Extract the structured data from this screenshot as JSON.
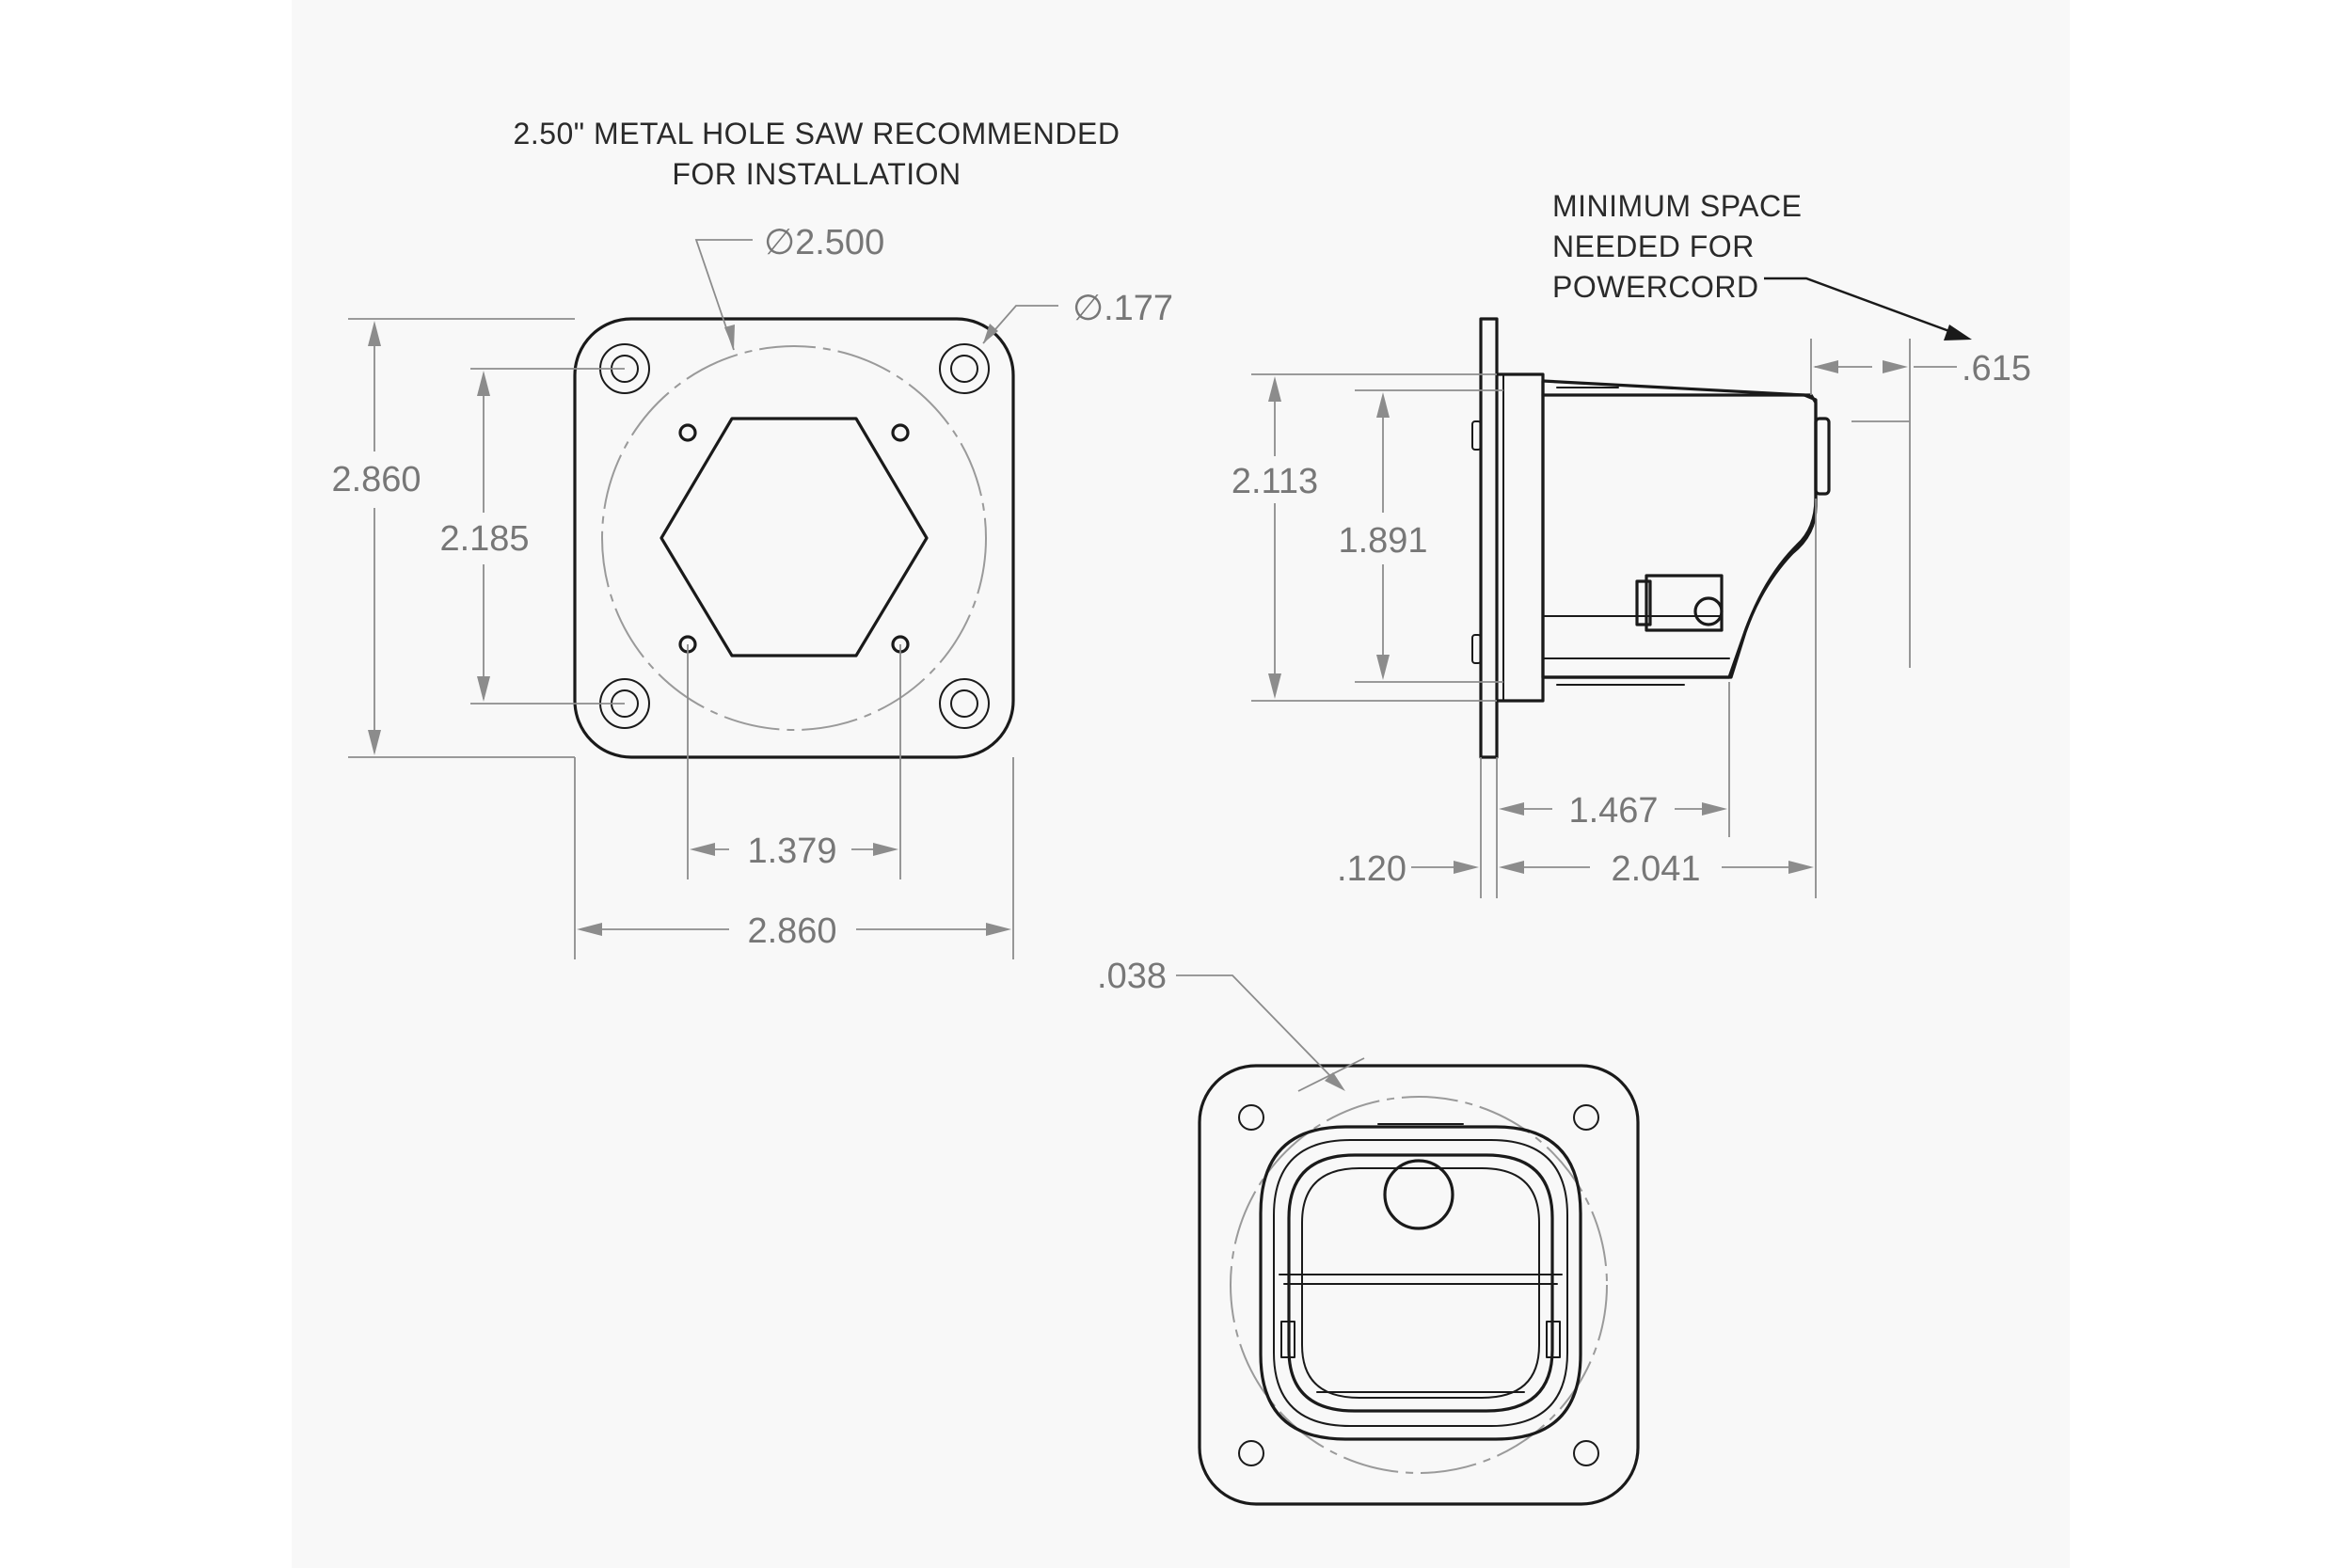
{
  "notes": {
    "hole_saw_line1": "2.50\" METAL HOLE SAW RECOMMENDED",
    "hole_saw_line2": "FOR INSTALLATION",
    "min_space_line1": "MINIMUM SPACE",
    "min_space_line2": "NEEDED FOR",
    "min_space_line3": "POWERCORD"
  },
  "front_view": {
    "cutout_diameter": "2.500",
    "mount_hole_diameter": ".177",
    "overall_height": "2.860",
    "hole_spacing_vertical": "2.185",
    "small_hole_spacing": "1.379",
    "overall_width": "2.860"
  },
  "side_view": {
    "powercord_clearance": ".615",
    "housing_height": "2.113",
    "body_height": "1.891",
    "depth_to_bracket": "1.467",
    "flange_thickness": ".120",
    "overall_depth": "2.041"
  },
  "rear_view": {
    "gap": ".038"
  },
  "diameter_symbol": "∅"
}
